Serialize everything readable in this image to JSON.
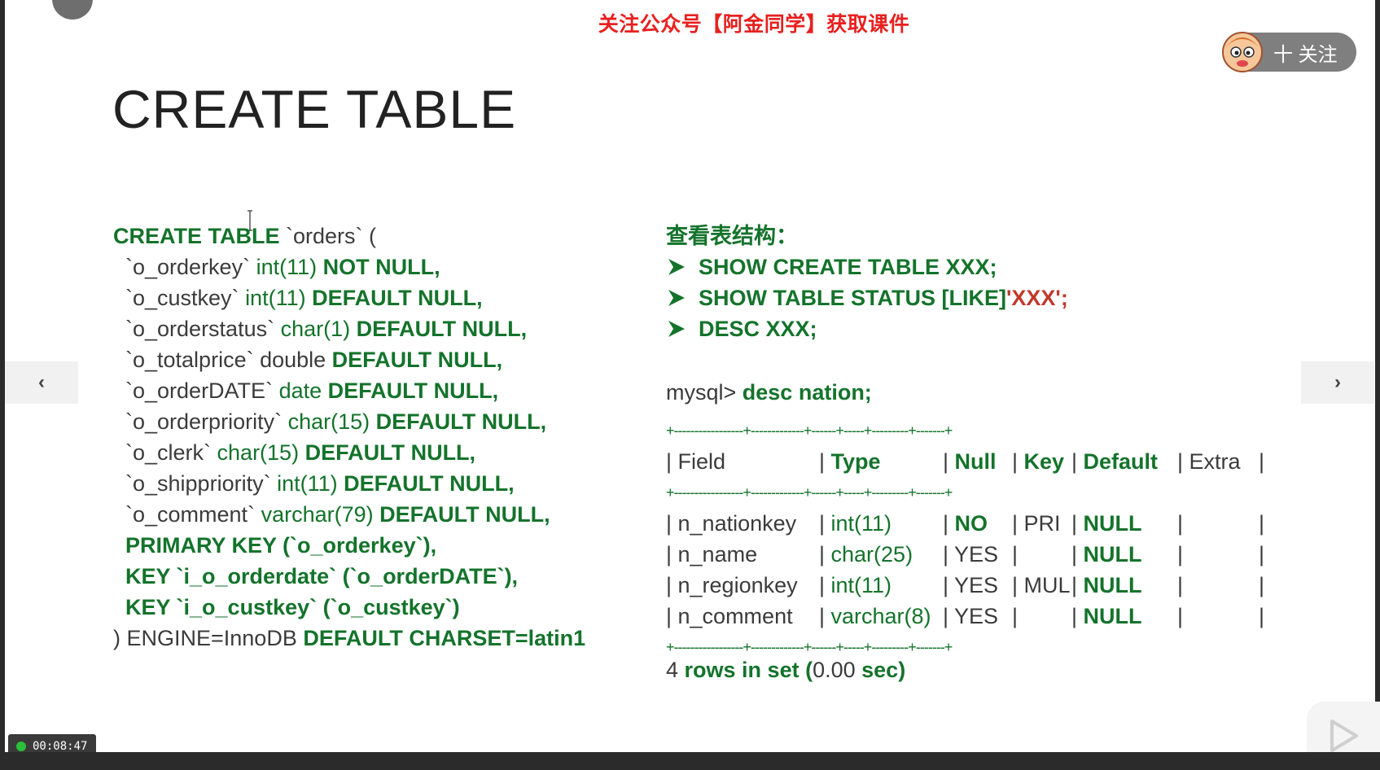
{
  "banner": "关注公众号【阿金同学】获取课件",
  "follow_button": "十 关注",
  "slide_title": "CREATE TABLE",
  "code_lines": [
    [
      {
        "t": "CREATE TABLE",
        "c": "kw"
      },
      {
        "t": " `orders` (",
        "c": "pl"
      }
    ],
    [
      {
        "t": "  `o_orderkey` ",
        "c": "pl"
      },
      {
        "t": "int(11) ",
        "c": "ty"
      },
      {
        "t": "NOT NULL,",
        "c": "kw"
      }
    ],
    [
      {
        "t": "  `o_custkey` ",
        "c": "pl"
      },
      {
        "t": "int(11) ",
        "c": "ty"
      },
      {
        "t": "DEFAULT NULL,",
        "c": "kw"
      }
    ],
    [
      {
        "t": "  `o_orderstatus` ",
        "c": "pl"
      },
      {
        "t": "char(1) ",
        "c": "ty"
      },
      {
        "t": "DEFAULT NULL,",
        "c": "kw"
      }
    ],
    [
      {
        "t": "  `o_totalprice` double ",
        "c": "pl"
      },
      {
        "t": "DEFAULT NULL,",
        "c": "kw"
      }
    ],
    [
      {
        "t": "  `o_orderDATE` ",
        "c": "pl"
      },
      {
        "t": "date ",
        "c": "ty"
      },
      {
        "t": "DEFAULT NULL,",
        "c": "kw"
      }
    ],
    [
      {
        "t": "  `o_orderpriority` ",
        "c": "pl"
      },
      {
        "t": "char(15) ",
        "c": "ty"
      },
      {
        "t": "DEFAULT NULL,",
        "c": "kw"
      }
    ],
    [
      {
        "t": "  `o_clerk` ",
        "c": "pl"
      },
      {
        "t": "char(15) ",
        "c": "ty"
      },
      {
        "t": "DEFAULT NULL,",
        "c": "kw"
      }
    ],
    [
      {
        "t": "  `o_shippriority` ",
        "c": "pl"
      },
      {
        "t": "int(11) ",
        "c": "ty"
      },
      {
        "t": "DEFAULT NULL,",
        "c": "kw"
      }
    ],
    [
      {
        "t": "  `o_comment` ",
        "c": "pl"
      },
      {
        "t": "varchar(79) ",
        "c": "ty"
      },
      {
        "t": "DEFAULT NULL,",
        "c": "kw"
      }
    ],
    [
      {
        "t": "  PRIMARY KEY (`o_orderkey`),",
        "c": "kw"
      }
    ],
    [
      {
        "t": "  KEY `i_o_orderdate` (`o_orderDATE`),",
        "c": "kw"
      }
    ],
    [
      {
        "t": "  KEY `i_o_custkey` (`o_custkey`)",
        "c": "kw"
      }
    ],
    [
      {
        "t": ") ENGINE=InnoDB ",
        "c": "pl"
      },
      {
        "t": "DEFAULT CHARSET=latin1",
        "c": "kw"
      }
    ]
  ],
  "right": {
    "heading": "查看表结构：",
    "cmd1": "SHOW CREATE TABLE XXX;",
    "cmd2_main": "SHOW TABLE STATUS [LIKE] ",
    "cmd2_arg": "'XXX';",
    "cmd3": "DESC XXX;"
  },
  "mysql_prompt": "mysql> ",
  "mysql_cmd": "desc nation;",
  "table_sep": "+-----------------+-------------+------+-----+---------+-------+",
  "table_header": [
    "Field",
    "Type",
    "Null",
    "Key",
    "Default",
    "Extra"
  ],
  "table_rows": [
    [
      "n_nationkey",
      "int(11)",
      "NO",
      "PRI",
      "NULL",
      ""
    ],
    [
      "n_name",
      "char(25)",
      "YES",
      "",
      "NULL",
      ""
    ],
    [
      "n_regionkey",
      "int(11)",
      "YES",
      "MUL",
      "NULL",
      ""
    ],
    [
      "n_comment",
      "varchar(8)",
      "YES",
      "",
      "NULL",
      ""
    ]
  ],
  "rows_count": "4",
  "rows_text": " rows in set (",
  "rows_time": "0.00",
  "rows_sec": " sec)",
  "nav_prev": "‹",
  "nav_next": "›",
  "timer": "00:08:47"
}
